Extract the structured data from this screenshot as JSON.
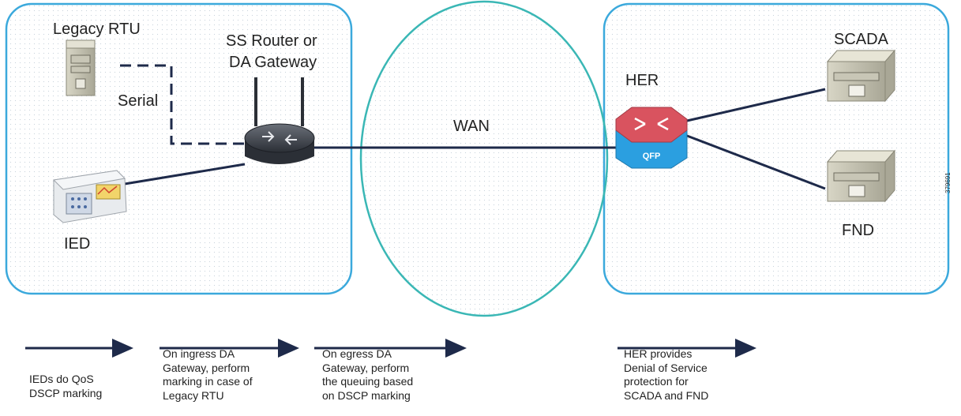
{
  "labels": {
    "legacy_rtu": "Legacy RTU",
    "router_line1": "SS Router or",
    "router_line2": "DA Gateway",
    "serial": "Serial",
    "ied": "IED",
    "wan": "WAN",
    "her": "HER",
    "qfp": "QFP",
    "scada": "SCADA",
    "fnd": "FND"
  },
  "notes": [
    {
      "lines": [
        "IEDs do QoS",
        "DSCP marking"
      ]
    },
    {
      "lines": [
        "On ingress DA",
        "Gateway, perform",
        "marking in case of",
        "Legacy RTU"
      ]
    },
    {
      "lines": [
        "On egress DA",
        "Gateway, perform",
        "the queuing based",
        "on DSCP marking"
      ]
    },
    {
      "lines": [
        "HER provides",
        "Denial of Service",
        "protection for",
        "SCADA and FND"
      ]
    }
  ],
  "figure_id": "379691",
  "colors": {
    "zone_border": "#3ba9dc",
    "wan_border": "#3ab7b5",
    "link": "#1e2a4a",
    "her_top": "#d9535f",
    "her_body": "#2b9fe0"
  }
}
